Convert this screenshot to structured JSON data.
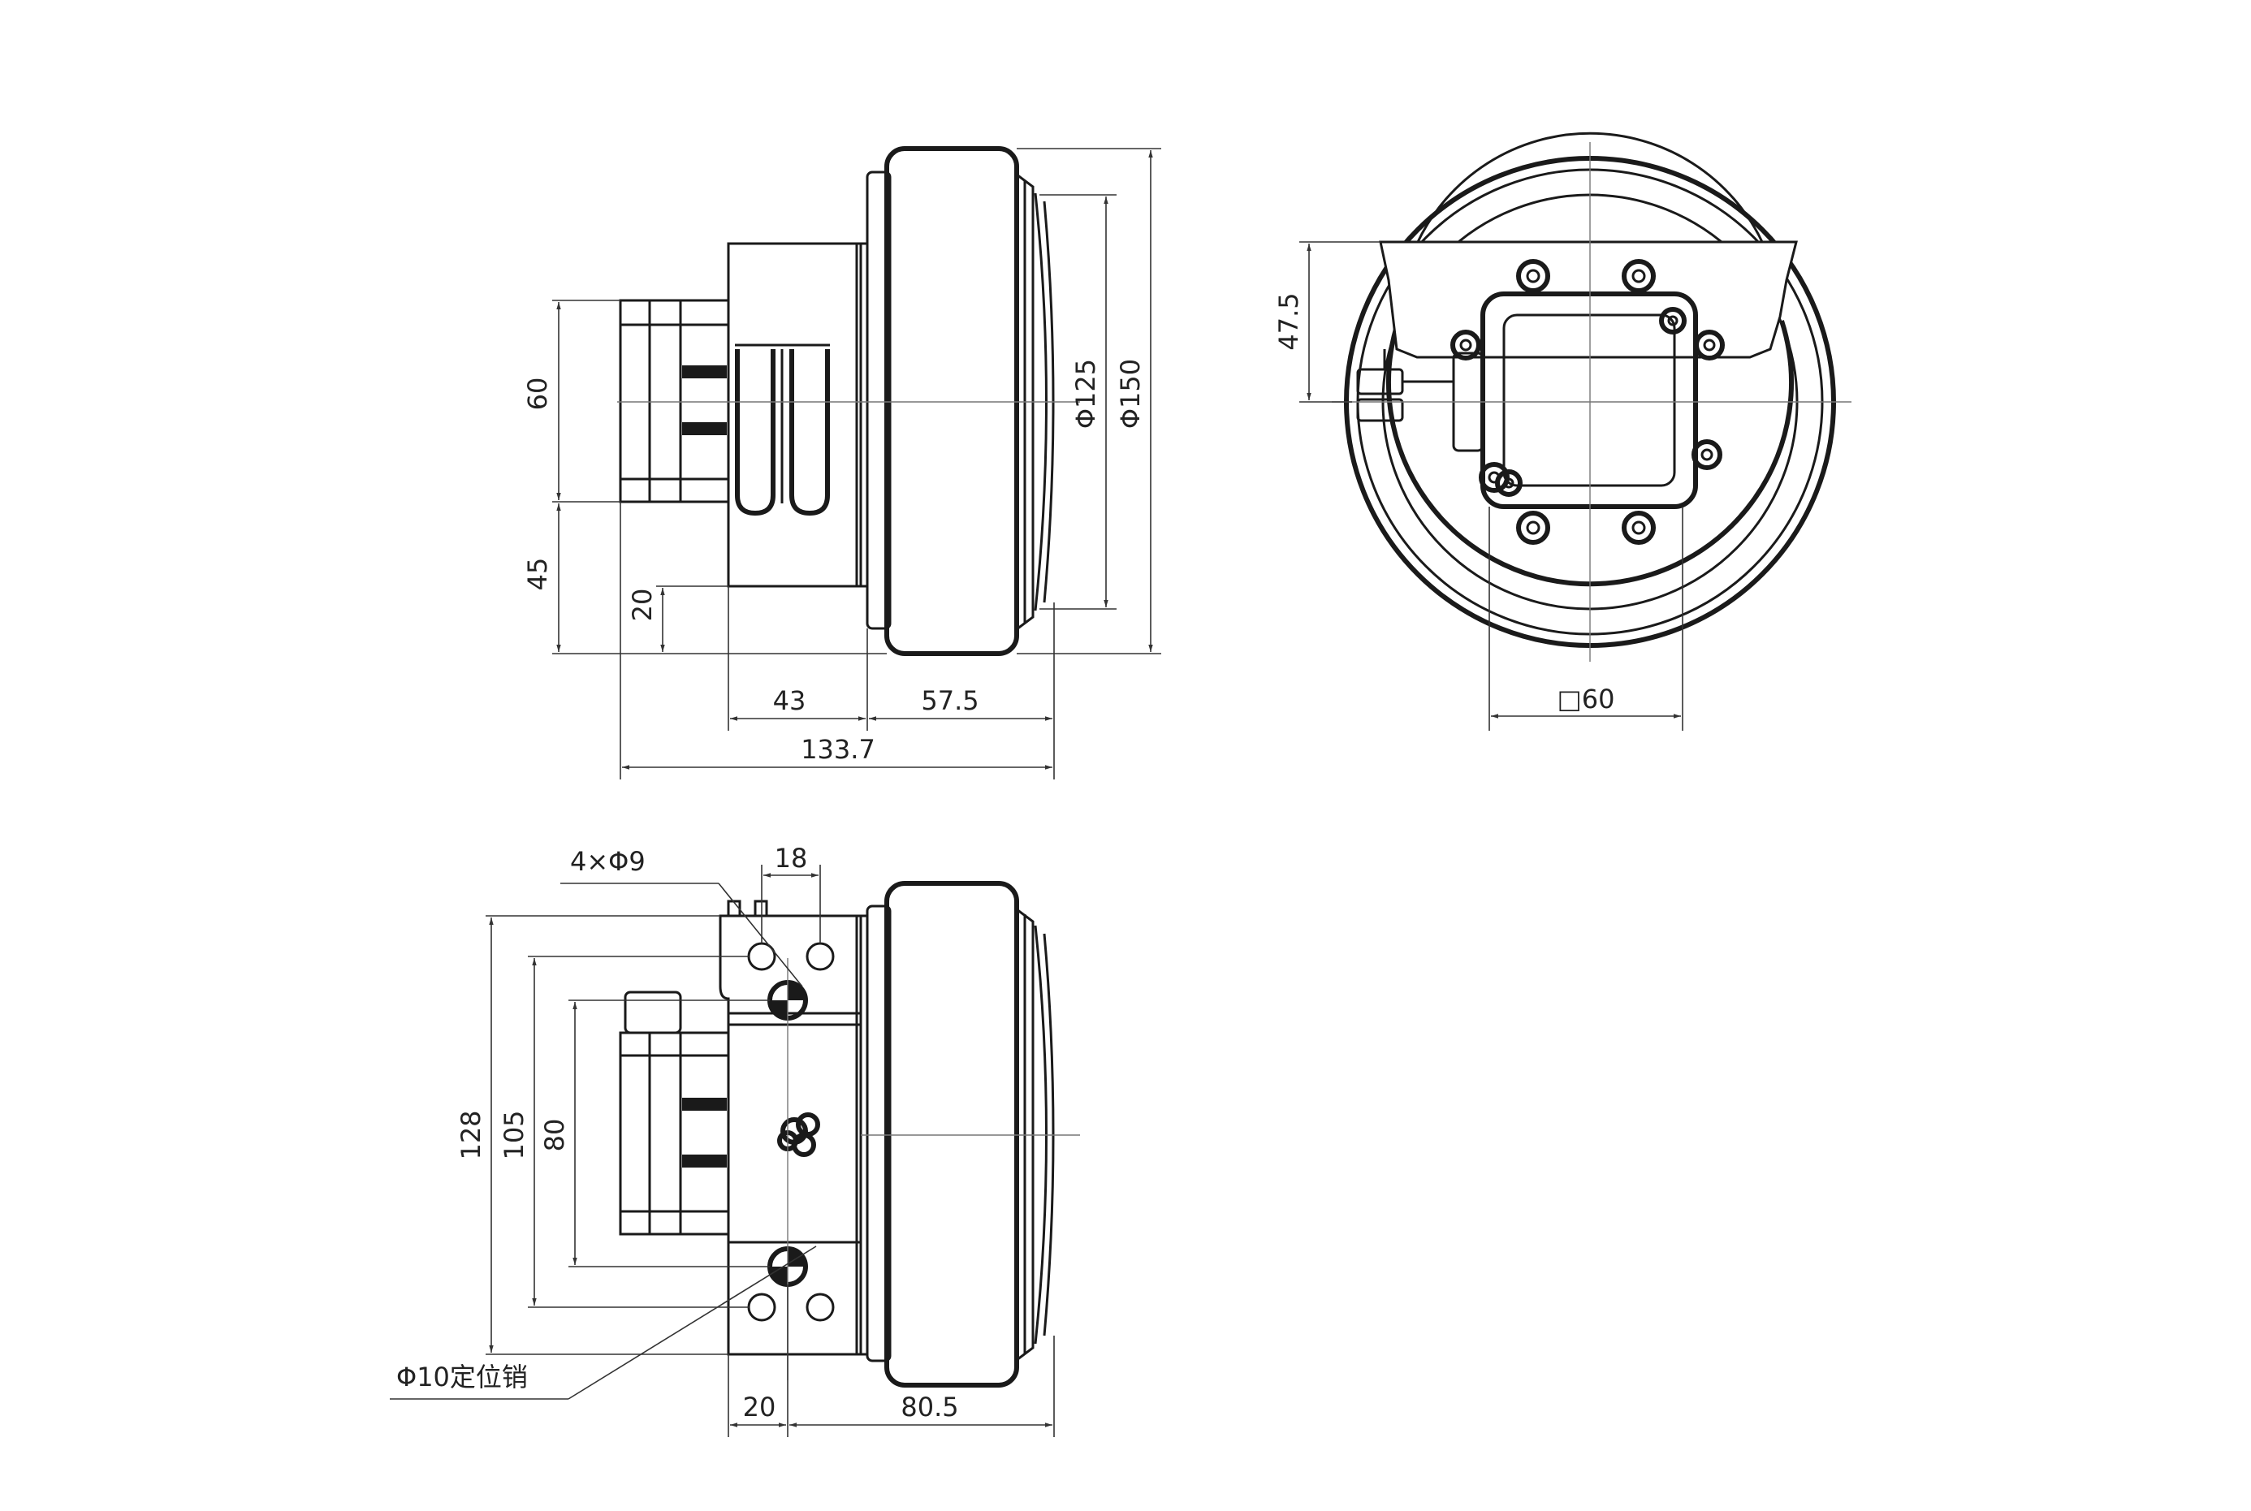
{
  "palette": {
    "line": "#1a1a1a",
    "dim": "#333333",
    "background": "#ffffff"
  },
  "side_view": {
    "dim_60": "60",
    "dim_45": "45",
    "dim_20": "20",
    "dim_43": "43",
    "dim_57_5": "57.5",
    "dim_133_7": "133.7",
    "dim_d125": "Φ125",
    "dim_d150": "Φ150"
  },
  "front_view": {
    "dim_47_5": "47.5",
    "dim_sq60": "□60"
  },
  "bottom_view": {
    "holes_label": "4×Φ9",
    "dim_18": "18",
    "dim_128": "128",
    "dim_105": "105",
    "dim_80": "80",
    "pin_label": "Φ10定位销",
    "dim_20": "20",
    "dim_80_5": "80.5"
  }
}
